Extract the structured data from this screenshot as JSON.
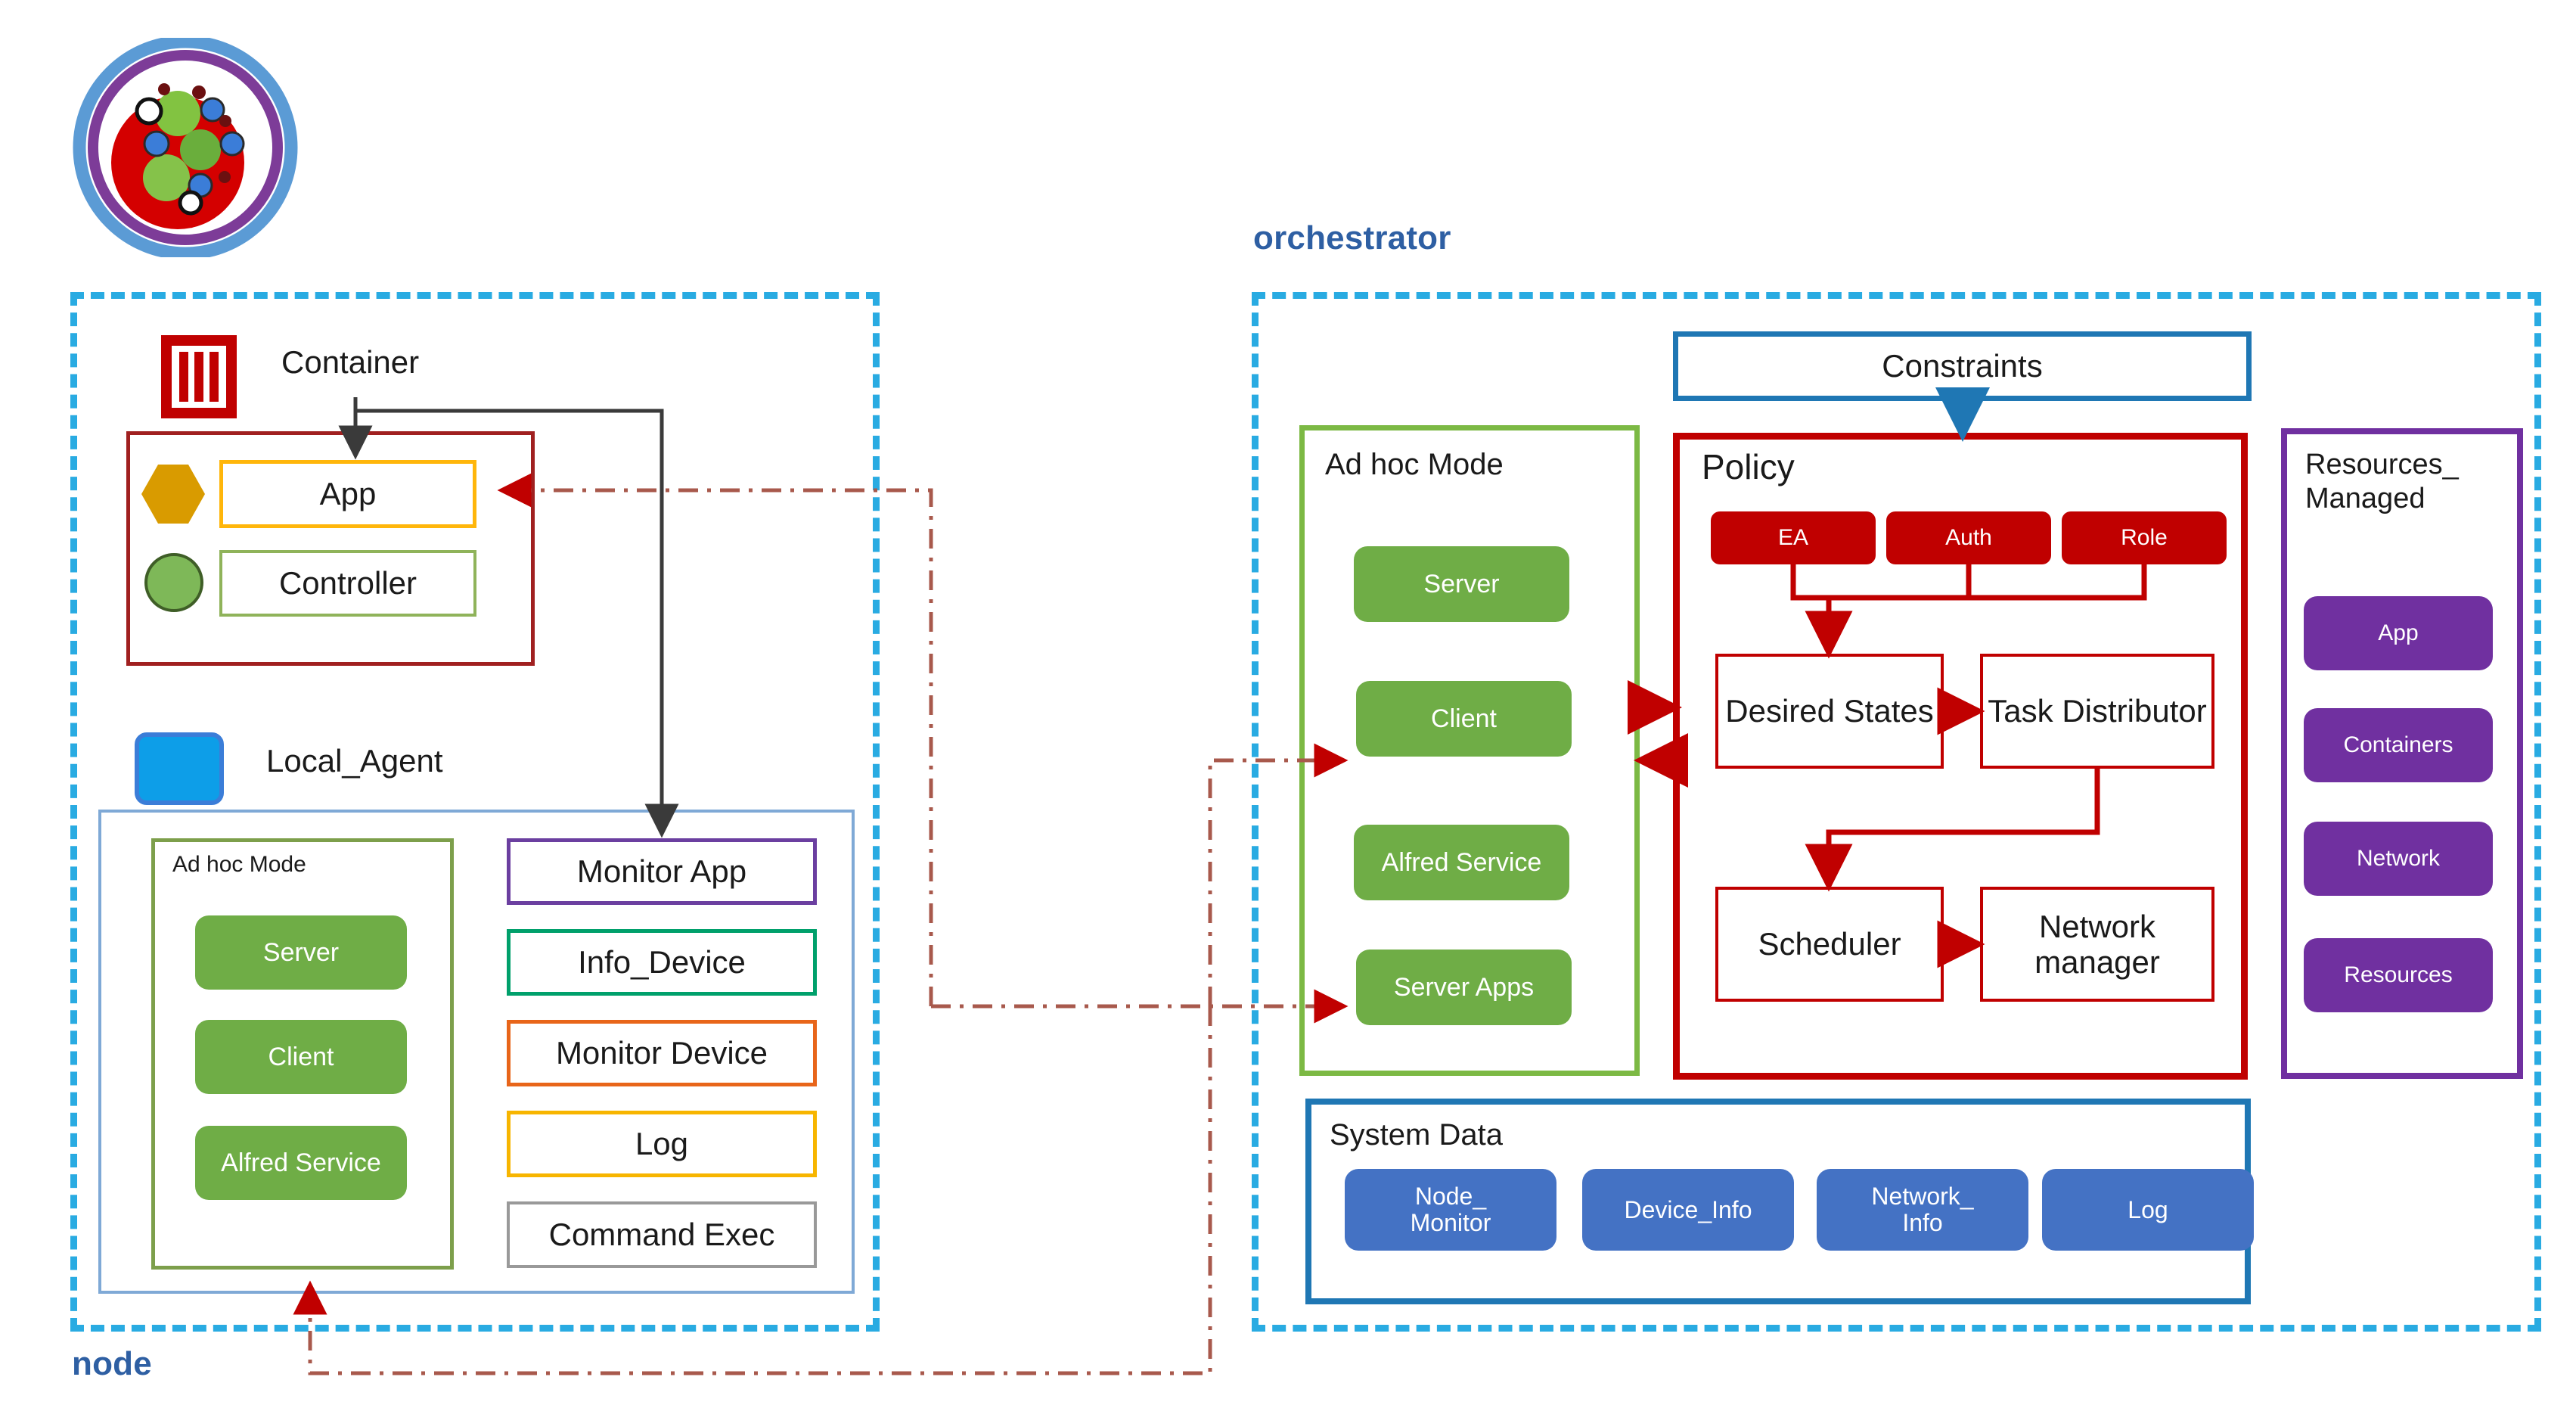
{
  "diagram": {
    "title_node": "node",
    "title_orchestrator": "orchestrator",
    "logo_alt": "project-logo"
  },
  "node": {
    "container_label": "Container",
    "container_icon": "container-icon",
    "app_label": "App",
    "app_icon": "hexagon-icon",
    "controller_label": "Controller",
    "controller_icon": "circle-icon",
    "local_agent_label": "Local_Agent",
    "local_agent_icon": "rounded-square-icon",
    "adhoc": {
      "title": "Ad hoc Mode",
      "items": [
        {
          "label": "Server"
        },
        {
          "label": "Client"
        },
        {
          "label": "Alfred Service"
        }
      ]
    },
    "services": [
      {
        "label": "Monitor App",
        "color": "#6B3FA0"
      },
      {
        "label": "Info_Device",
        "color": "#00A06B"
      },
      {
        "label": "Monitor Device",
        "color": "#E8651A"
      },
      {
        "label": "Log",
        "color": "#F7B500"
      },
      {
        "label": "Command Exec",
        "color": "#808080"
      }
    ]
  },
  "orchestrator": {
    "constraints_label": "Constraints",
    "adhoc": {
      "title": "Ad hoc Mode",
      "items": [
        {
          "label": "Server"
        },
        {
          "label": "Client"
        },
        {
          "label": "Alfred Service"
        },
        {
          "label": "Server Apps"
        }
      ]
    },
    "policy": {
      "title": "Policy",
      "chips": [
        {
          "label": "EA"
        },
        {
          "label": "Auth"
        },
        {
          "label": "Role"
        }
      ],
      "blocks": [
        {
          "label": "Desired States"
        },
        {
          "label": "Task Distributor"
        },
        {
          "label": "Scheduler"
        },
        {
          "label": "Network manager"
        }
      ]
    },
    "resources": {
      "title": "Resources_ Managed",
      "title_line1": "Resources_",
      "title_line2": "Managed",
      "items": [
        {
          "label": "App"
        },
        {
          "label": "Containers"
        },
        {
          "label": "Network"
        },
        {
          "label": "Resources"
        }
      ]
    },
    "system_data": {
      "title": "System Data",
      "items": [
        {
          "label": "Node_ Monitor",
          "line1": "Node_",
          "line2": "Monitor"
        },
        {
          "label": "Device_Info",
          "line1": "Device_Info",
          "line2": ""
        },
        {
          "label": "Network_ Info",
          "line1": "Network_",
          "line2": "Info"
        },
        {
          "label": "Log",
          "line1": "Log",
          "line2": ""
        }
      ]
    }
  },
  "colors": {
    "dashed_group": "#29ABE2",
    "group_label": "#2E5FA3",
    "container_red": "#C00000",
    "policy_red": "#C00000",
    "chip_red": "#C00000",
    "green": "#70AD47",
    "blue_fill": "#4472C4",
    "purple": "#7030A0",
    "blue_border": "#1F77B4",
    "connector_dash": "#9C4A3C",
    "connector_black": "#404040"
  }
}
